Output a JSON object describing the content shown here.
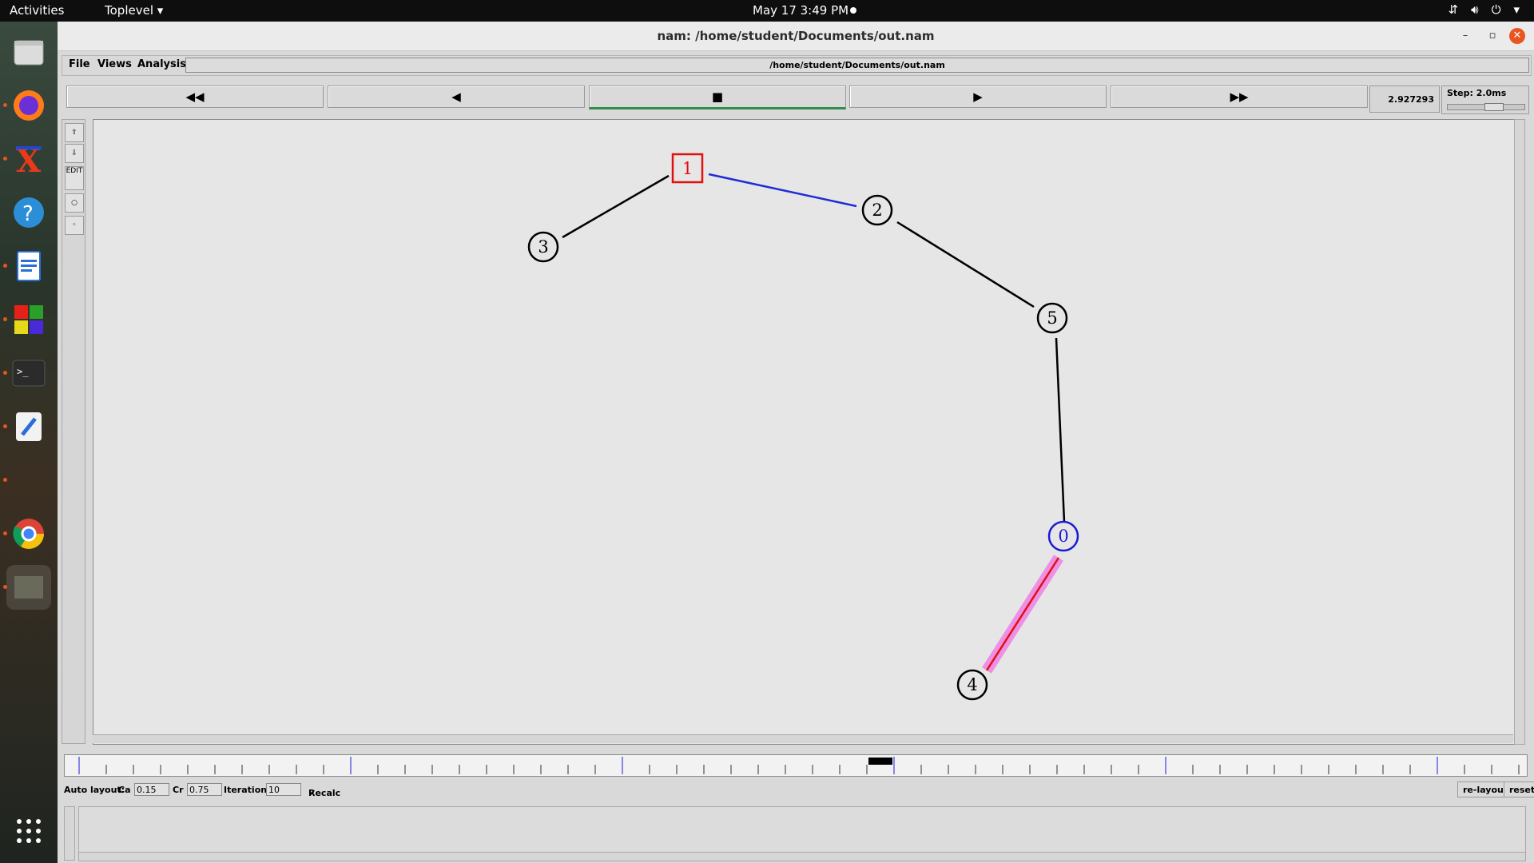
{
  "topbar": {
    "activities": "Activities",
    "app_menu": "Toplevel",
    "clock": "May 17  3:49 PM"
  },
  "window": {
    "title": "nam: /home/student/Documents/out.nam"
  },
  "menubar": {
    "file": "File",
    "views": "Views",
    "analysis": "Analysis",
    "path": "/home/student/Documents/out.nam"
  },
  "playback": {
    "rewind": "◀◀",
    "back": "◀",
    "stop": "■",
    "play": "▶",
    "fastforward": "▶▶",
    "time": "2.927293",
    "step_label": "Step: 2.0ms"
  },
  "tools": {
    "edit": "EDIT"
  },
  "topology": {
    "nodes": [
      {
        "id": "0",
        "color": "#1a1ad6",
        "shape": "circle"
      },
      {
        "id": "1",
        "color": "#e01010",
        "shape": "square"
      },
      {
        "id": "2",
        "color": "#000000",
        "shape": "circle"
      },
      {
        "id": "3",
        "color": "#000000",
        "shape": "circle"
      },
      {
        "id": "4",
        "color": "#000000",
        "shape": "circle"
      },
      {
        "id": "5",
        "color": "#000000",
        "shape": "circle"
      }
    ],
    "links": [
      {
        "from": "1",
        "to": "2",
        "color": "#1f2bd8"
      },
      {
        "from": "1",
        "to": "3",
        "color": "#000000"
      },
      {
        "from": "2",
        "to": "5",
        "color": "#000000"
      },
      {
        "from": "5",
        "to": "0",
        "color": "#000000"
      },
      {
        "from": "0",
        "to": "4",
        "color": "#e0109a",
        "highlight": "#ee8fe6"
      }
    ]
  },
  "layout_controls": {
    "auto_layout": "Auto layout:",
    "ca_label": "Ca",
    "ca_value": "0.15",
    "cr_label": "Cr",
    "cr_value": "0.75",
    "iterations_label": "Iterations",
    "iterations_value": "10",
    "recalc_label": "Recalc",
    "recalc_checked": true,
    "relayout": "re-layout",
    "reset": "reset"
  }
}
